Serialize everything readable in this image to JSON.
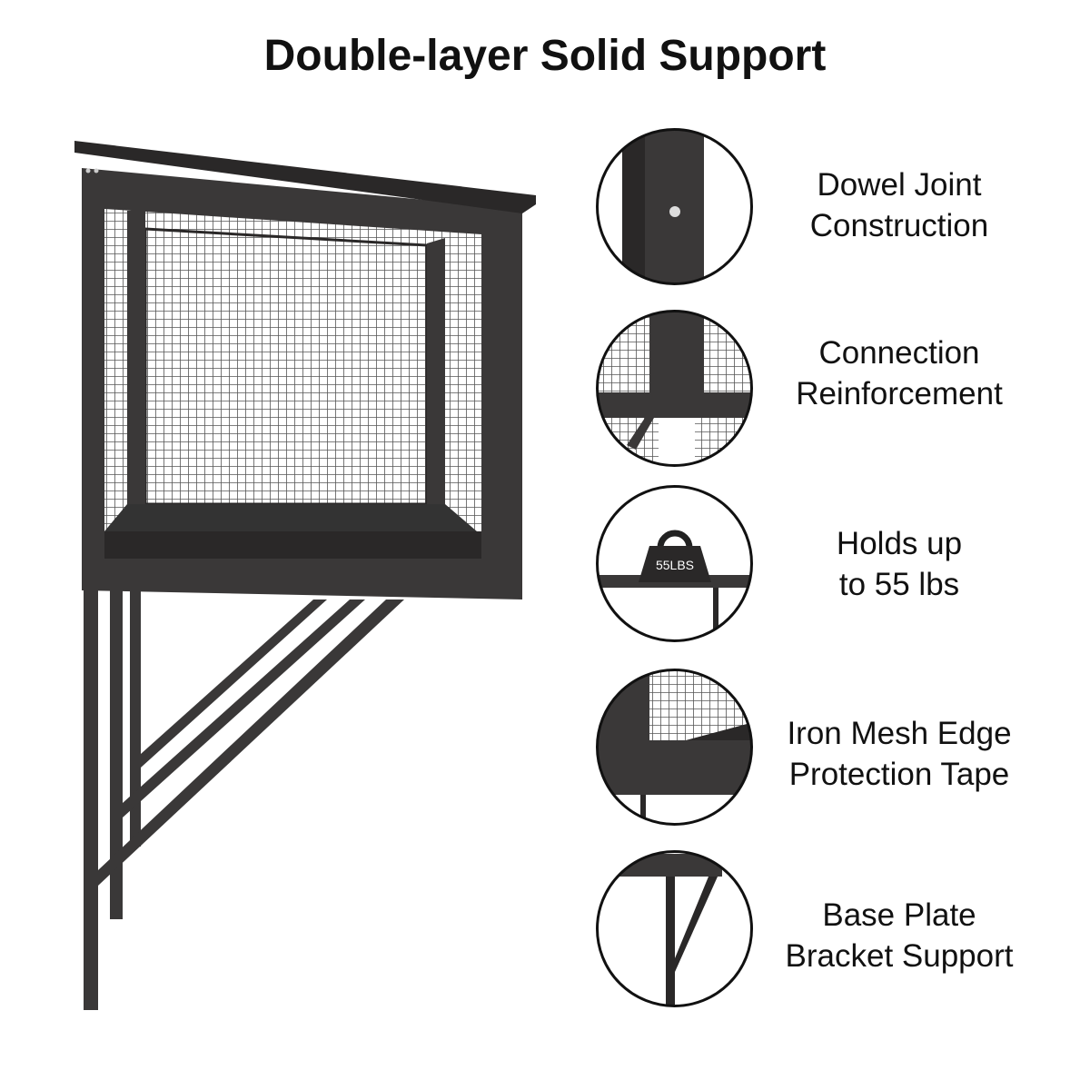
{
  "title": "Double-layer Solid Support",
  "colors": {
    "wood": "#3a3838",
    "wood_dark": "#2a2828",
    "mesh": "#555"
  },
  "features": [
    {
      "line1": "Dowel Joint",
      "line2": "Construction",
      "icon": "dowel-joint-icon"
    },
    {
      "line1": "Connection",
      "line2": "Reinforcement",
      "icon": "connection-icon"
    },
    {
      "line1": "Holds up",
      "line2": "to 55 lbs",
      "icon": "weight-icon",
      "weight_text": "55LBS"
    },
    {
      "line1": "Iron Mesh Edge",
      "line2": "Protection Tape",
      "icon": "mesh-edge-icon"
    },
    {
      "line1": "Base Plate",
      "line2": "Bracket Support",
      "icon": "bracket-icon"
    }
  ]
}
